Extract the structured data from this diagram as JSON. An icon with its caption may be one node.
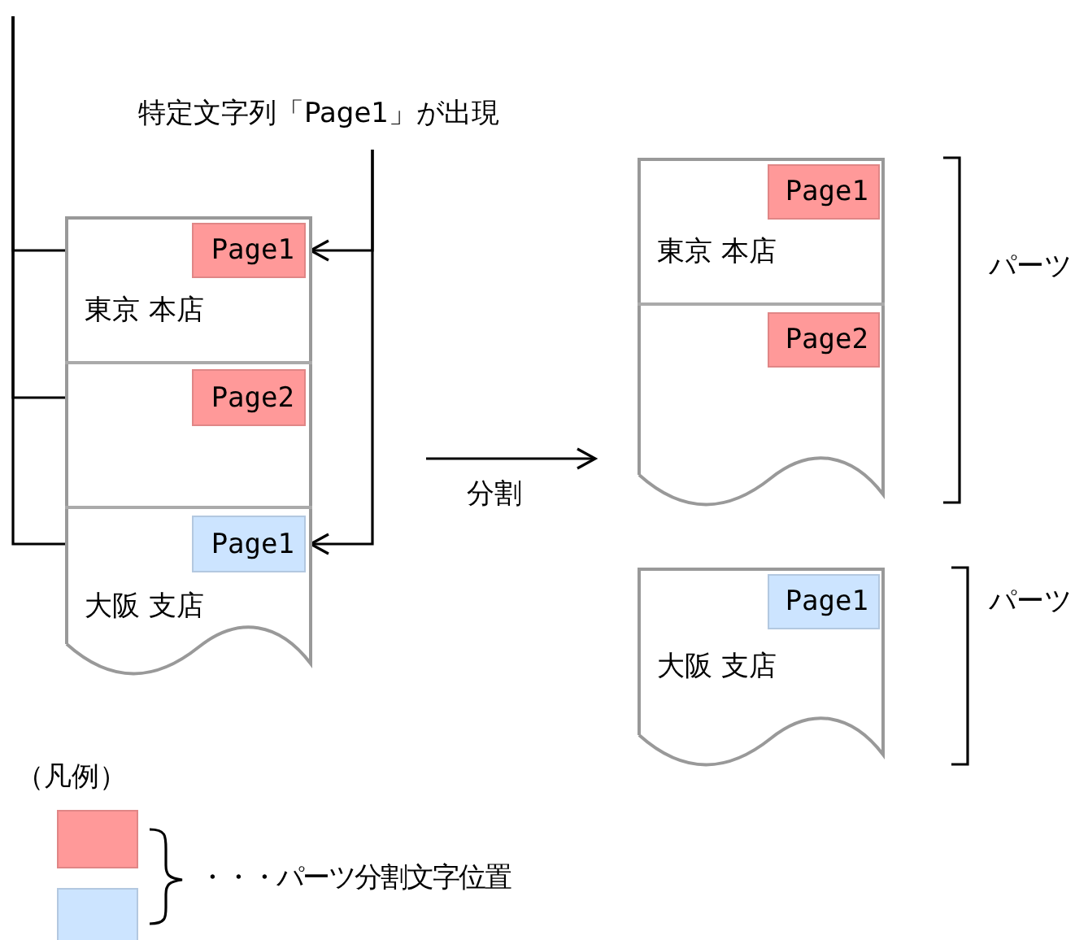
{
  "diagram": {
    "nodes": [
      {
        "text": [
          "特定文字列「Page1」が出現"
        ]
      },
      {
        "text": [],
        "shape": "document"
      },
      {
        "text": [
          "東京 本店"
        ],
        "in": 1
      },
      {
        "text": [
          "Page1"
        ],
        "in": 2
      },
      {
        "text": [],
        "shape": "box",
        "in": 1
      },
      {
        "text": [
          "Page2"
        ],
        "in": 4
      },
      {
        "text": [
          "大阪 支店"
        ],
        "in": 1
      },
      {
        "text": [
          "Page1"
        ],
        "in": 6
      },
      {
        "text": [],
        "shape": "document"
      },
      {
        "text": [
          "東京 本店"
        ],
        "in": 8
      },
      {
        "text": [
          "Page1"
        ],
        "in": 9
      },
      {
        "text": [],
        "shape": "box",
        "in": 8
      },
      {
        "text": [
          "Page2"
        ],
        "in": 11
      },
      {
        "text": [
          "大阪 支店"
        ]
      },
      {
        "text": [
          "Page1"
        ],
        "in": 13
      }
    ],
    "edges": [
      {
        "from": null,
        "to": 3,
        "arrow": "other"
      },
      {
        "from": null,
        "to": 5,
        "arrow": "other"
      },
      {
        "from": null,
        "to": 7,
        "arrow": "other"
      },
      {
        "from": 0,
        "to": 3,
        "arrow": "to"
      },
      {
        "from": 0,
        "to": 7,
        "arrow": "to"
      }
    ],
    "labels": [
      "パーツ",
      "分割",
      "パーツ",
      "（凡例）"
    ],
    "legend": [
      {
        "text": "・・・パーツ分割文字位置",
        "color": "#ff9999"
      }
    ]
  }
}
